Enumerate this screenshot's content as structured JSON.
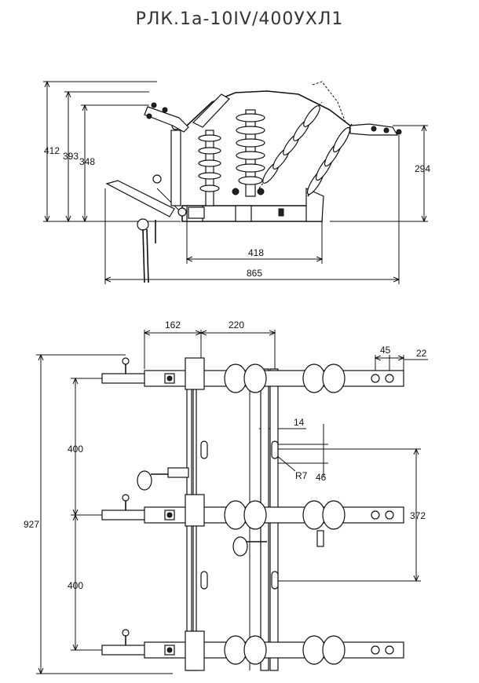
{
  "title": "РЛК.1а-10IV/400УХЛ1",
  "side_view": {
    "dimensions": {
      "h412": "412",
      "h393": "393",
      "h348": "348",
      "h294": "294",
      "w418": "418",
      "w865": "865"
    }
  },
  "top_view": {
    "dimensions": {
      "w162": "162",
      "w220": "220",
      "w45": "45",
      "w22": "22",
      "w14": "14",
      "r7": "R7",
      "h46": "46",
      "h400a": "400",
      "h400b": "400",
      "h927": "927",
      "h372": "372"
    }
  }
}
